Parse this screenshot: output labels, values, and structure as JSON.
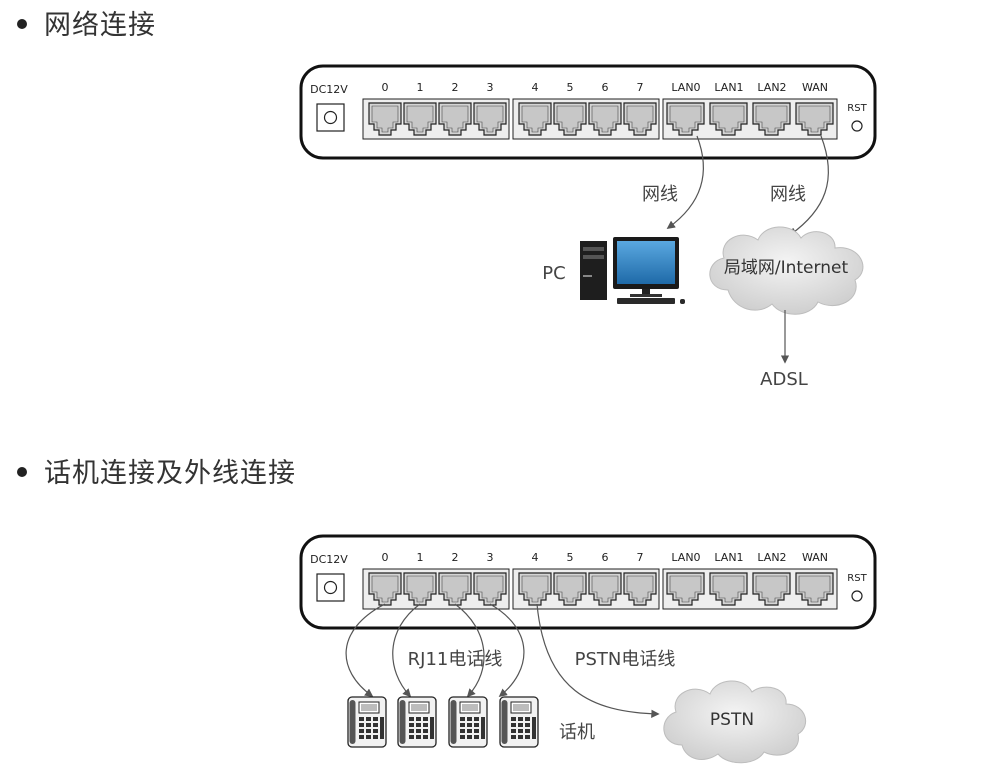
{
  "sections": [
    {
      "heading": "网络连接",
      "device": {
        "dc_label": "DC12V",
        "fxs_ports": [
          "0",
          "1",
          "2",
          "3"
        ],
        "fxo_ports": [
          "4",
          "5",
          "6",
          "7"
        ],
        "lan_ports": [
          "LAN0",
          "LAN1",
          "LAN2",
          "WAN"
        ],
        "rst_label": "RST"
      },
      "cable_label_left": "网线",
      "cable_label_right": "网线",
      "pc_label": "PC",
      "cloud_label": "局域网/Internet",
      "adsl_label": "ADSL"
    },
    {
      "heading": "话机连接及外线连接",
      "device": {
        "dc_label": "DC12V",
        "fxs_ports": [
          "0",
          "1",
          "2",
          "3"
        ],
        "fxo_ports": [
          "4",
          "5",
          "6",
          "7"
        ],
        "lan_ports": [
          "LAN0",
          "LAN1",
          "LAN2",
          "WAN"
        ],
        "rst_label": "RST"
      },
      "rj11_label": "RJ11电话线",
      "pstn_line_label": "PSTN电话线",
      "phones_label": "话机",
      "pstn_cloud_label": "PSTN"
    }
  ],
  "colors": {
    "monitor_screen": "#2f86c6",
    "cloud_fill": "#e0e0e0",
    "port_fill": "#d4d4d4",
    "outline": "#222222"
  }
}
